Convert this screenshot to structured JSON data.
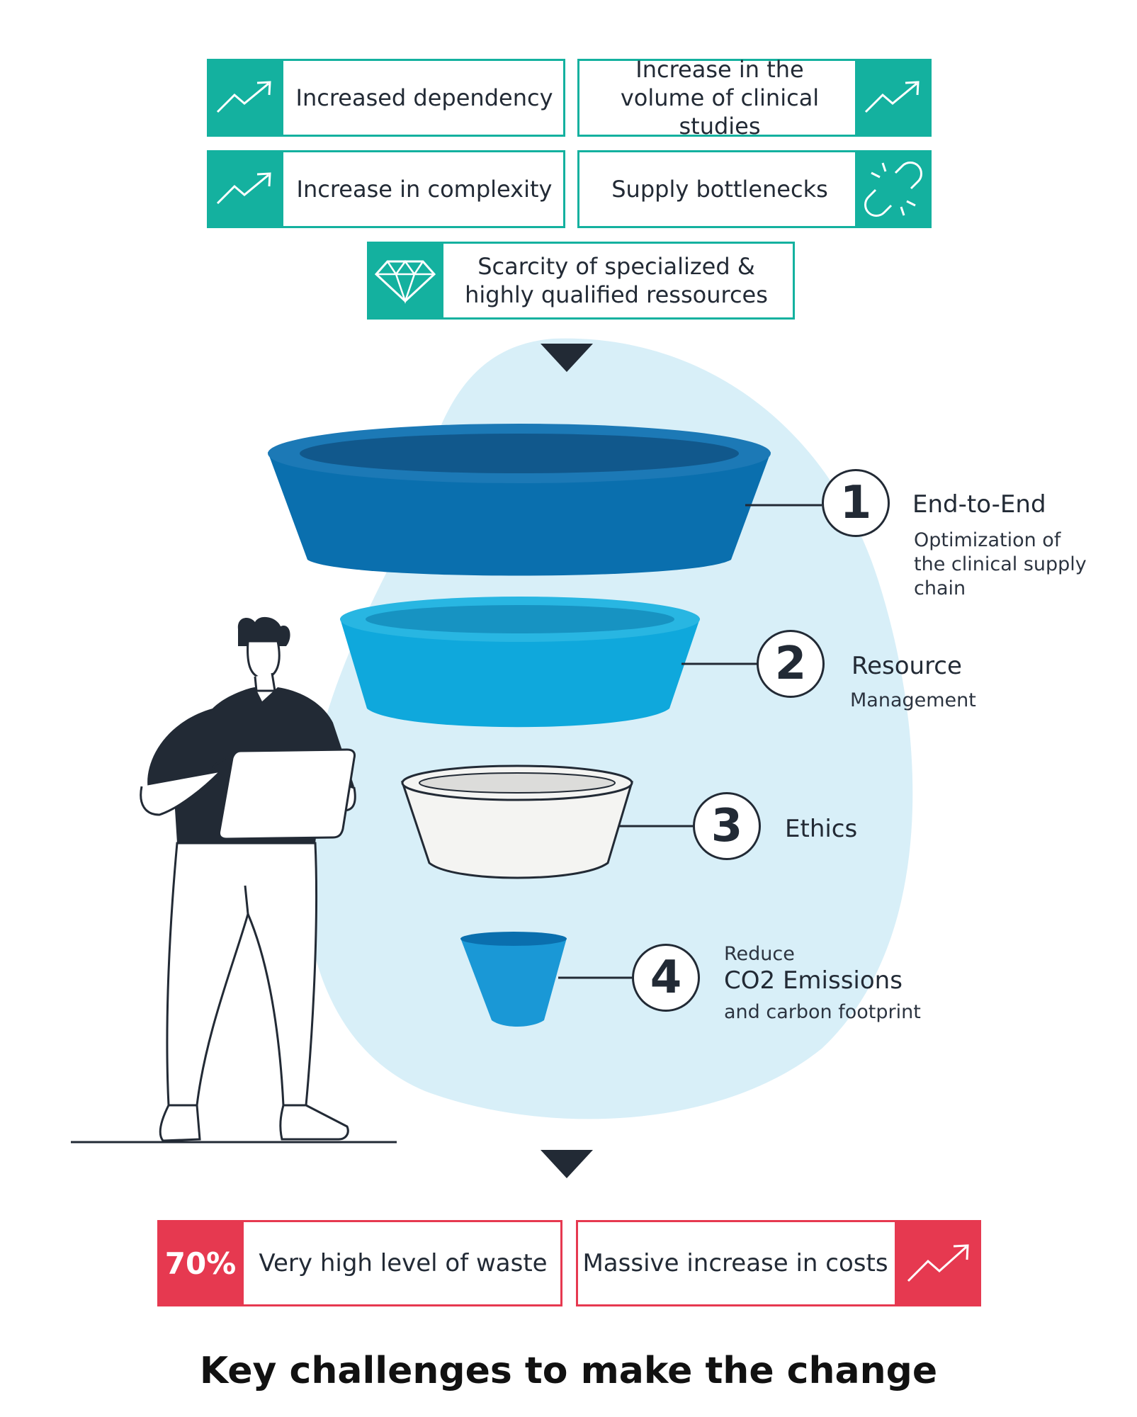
{
  "top_boxes": [
    {
      "label": "Increased dependency",
      "icon": "trend-up-icon"
    },
    {
      "label": "Increase in the volume of clinical studies",
      "icon": "trend-up-icon"
    },
    {
      "label": "Increase in complexity",
      "icon": "trend-up-icon"
    },
    {
      "label": "Supply bottlenecks",
      "icon": "broken-link-icon"
    },
    {
      "label": "Scarcity of specialized & highly qualified ressources",
      "icon": "diamond-icon"
    }
  ],
  "funnel": [
    {
      "number": "1",
      "heading": "End-to-End",
      "subtext": "Optimization of the clinical supply chain"
    },
    {
      "number": "2",
      "heading": "Resource",
      "subtext": "Management"
    },
    {
      "number": "3",
      "heading": "Ethics"
    },
    {
      "number": "4",
      "pre": "Reduce",
      "heading": "CO2 Emissions",
      "subtext": "and carbon footprint"
    }
  ],
  "bottom_boxes": [
    {
      "badge": "70%",
      "label": "Very high level of waste"
    },
    {
      "label": "Massive increase in costs",
      "icon": "trend-up-icon"
    }
  ],
  "title": "Key challenges to make the change",
  "colors": {
    "teal": "#14b19f",
    "red": "#e63950",
    "dark": "#222a35",
    "blob": "#d8eff8",
    "funnel_1": "#0a6fae",
    "funnel_2": "#0fa8dc",
    "funnel_3": "#f4f4f2",
    "funnel_4": "#1a98d6"
  }
}
